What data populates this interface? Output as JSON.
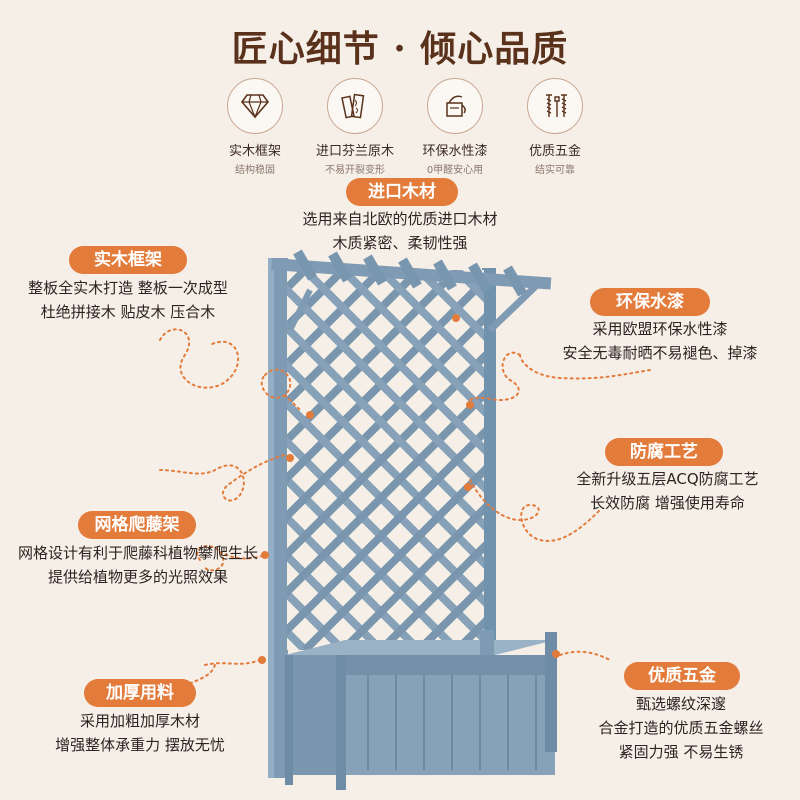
{
  "title": "匠心细节 · 倾心品质",
  "icons": [
    {
      "name": "diamond-icon",
      "label": "实木框架",
      "sub": "结构稳固"
    },
    {
      "name": "wood-planks-icon",
      "label": "进口芬兰原木",
      "sub": "不易开裂变形"
    },
    {
      "name": "paint-bucket-icon",
      "label": "环保水性漆",
      "sub": "0甲醛安心用"
    },
    {
      "name": "screws-icon",
      "label": "优质五金",
      "sub": "结实可靠"
    }
  ],
  "features": {
    "imported_wood": {
      "tag": "进口木材",
      "lines": [
        "选用来自北欧的优质进口木材",
        "木质紧密、柔韧性强"
      ]
    },
    "solid_frame": {
      "tag": "实木框架",
      "lines": [
        "整板全实木打造 整板一次成型",
        "杜绝拼接木 贴皮木 压合木"
      ]
    },
    "eco_paint": {
      "tag": "环保水漆",
      "lines": [
        "采用欧盟环保水性漆",
        "安全无毒耐晒不易褪色、掉漆"
      ]
    },
    "anticorrosion": {
      "tag": "防腐工艺",
      "lines": [
        "全新升级五层ACQ防腐工艺",
        "长效防腐 增强使用寿命"
      ]
    },
    "trellis": {
      "tag": "网格爬藤架",
      "lines": [
        "网格设计有利于爬藤科植物攀爬生长",
        "提供给植物更多的光照效果"
      ]
    },
    "thick_material": {
      "tag": "加厚用料",
      "lines": [
        "采用加粗加厚木材",
        "增强整体承重力 摆放无忧"
      ]
    },
    "hardware": {
      "tag": "优质五金",
      "lines": [
        "甄选螺纹深邃",
        "合金打造的优质五金螺丝",
        "紧固力强 不易生锈"
      ]
    }
  },
  "colors": {
    "accent": "#e37b3a",
    "title": "#5a321c",
    "wood": "#7f9bb4",
    "background": "#f6efe8"
  }
}
